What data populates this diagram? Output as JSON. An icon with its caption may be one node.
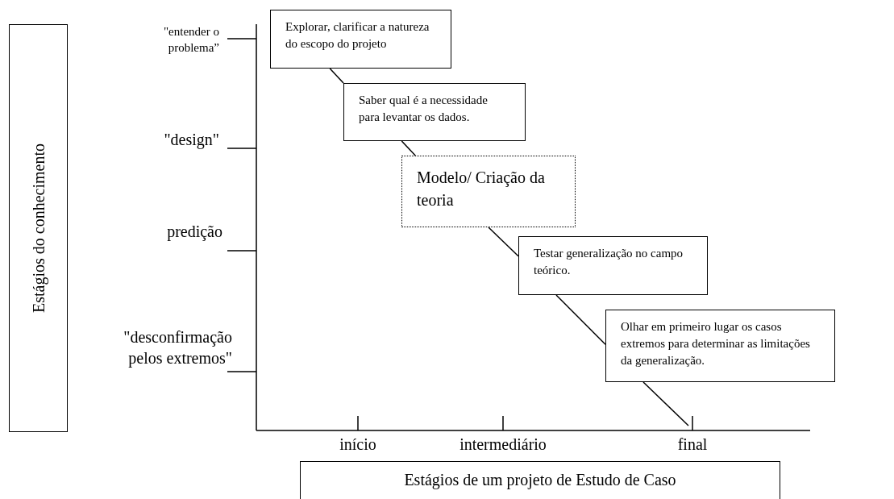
{
  "diagram": {
    "nodes": [
      {
        "text": [
          "Estágios do conhecimento"
        ]
      },
      {
        "text": [
          "Explorar, clarificar a natureza do escopo do projeto"
        ]
      },
      {
        "text": [
          "Saber qual é a necessidade para levantar os dados."
        ]
      },
      {
        "text": [
          "Modelo/ Criação da teoria"
        ]
      },
      {
        "text": [
          "Testar generalização no campo teórico."
        ]
      },
      {
        "text": [
          "Olhar em primeiro lugar os casos extremos para determinar as limitações da generalização."
        ]
      },
      {
        "text": [
          "Estágios de um projeto de Estudo de Caso"
        ]
      }
    ],
    "edges": [
      {
        "from": 1,
        "to": 2,
        "arrow": "none"
      },
      {
        "from": 2,
        "to": 3,
        "arrow": "none"
      },
      {
        "from": 3,
        "to": 4,
        "arrow": "none"
      },
      {
        "from": 4,
        "to": 5,
        "arrow": "none"
      },
      {
        "from": 5,
        "to": null,
        "arrow": "none"
      }
    ],
    "labels": [
      "\"entender o problema”",
      "\"design\"",
      "predição",
      "\"desconfirmação pelos extremos\"",
      "início",
      "intermediário",
      "final"
    ]
  }
}
